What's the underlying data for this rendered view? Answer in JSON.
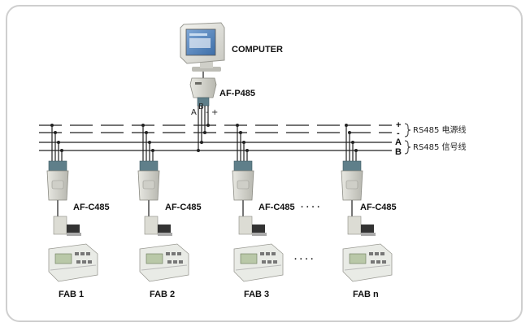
{
  "computer": {
    "label": "COMPUTER"
  },
  "adapter": {
    "label": "AF-P485",
    "pins": [
      "A",
      "B",
      "-",
      "+"
    ]
  },
  "bus": {
    "power_polarity": [
      "+",
      "-"
    ],
    "signal_lines": [
      "A",
      "B"
    ],
    "power_label": "RS485 电源线",
    "signal_label": "RS485 信号线"
  },
  "nodes": [
    {
      "converter": "AF-C485",
      "device": "FAB 1"
    },
    {
      "converter": "AF-C485",
      "device": "FAB 2"
    },
    {
      "converter": "AF-C485",
      "device": "FAB 3"
    },
    {
      "converter": "AF-C485",
      "device": "FAB n"
    }
  ],
  "ellipsis": {
    "converters": "· · · ·",
    "devices": "· · · ·"
  },
  "colors": {
    "frame": "#cfcfcf",
    "line": "#222222",
    "connector": "#5f7f8a",
    "device": "#e9ebe6",
    "screen": "#b9c8a8"
  }
}
